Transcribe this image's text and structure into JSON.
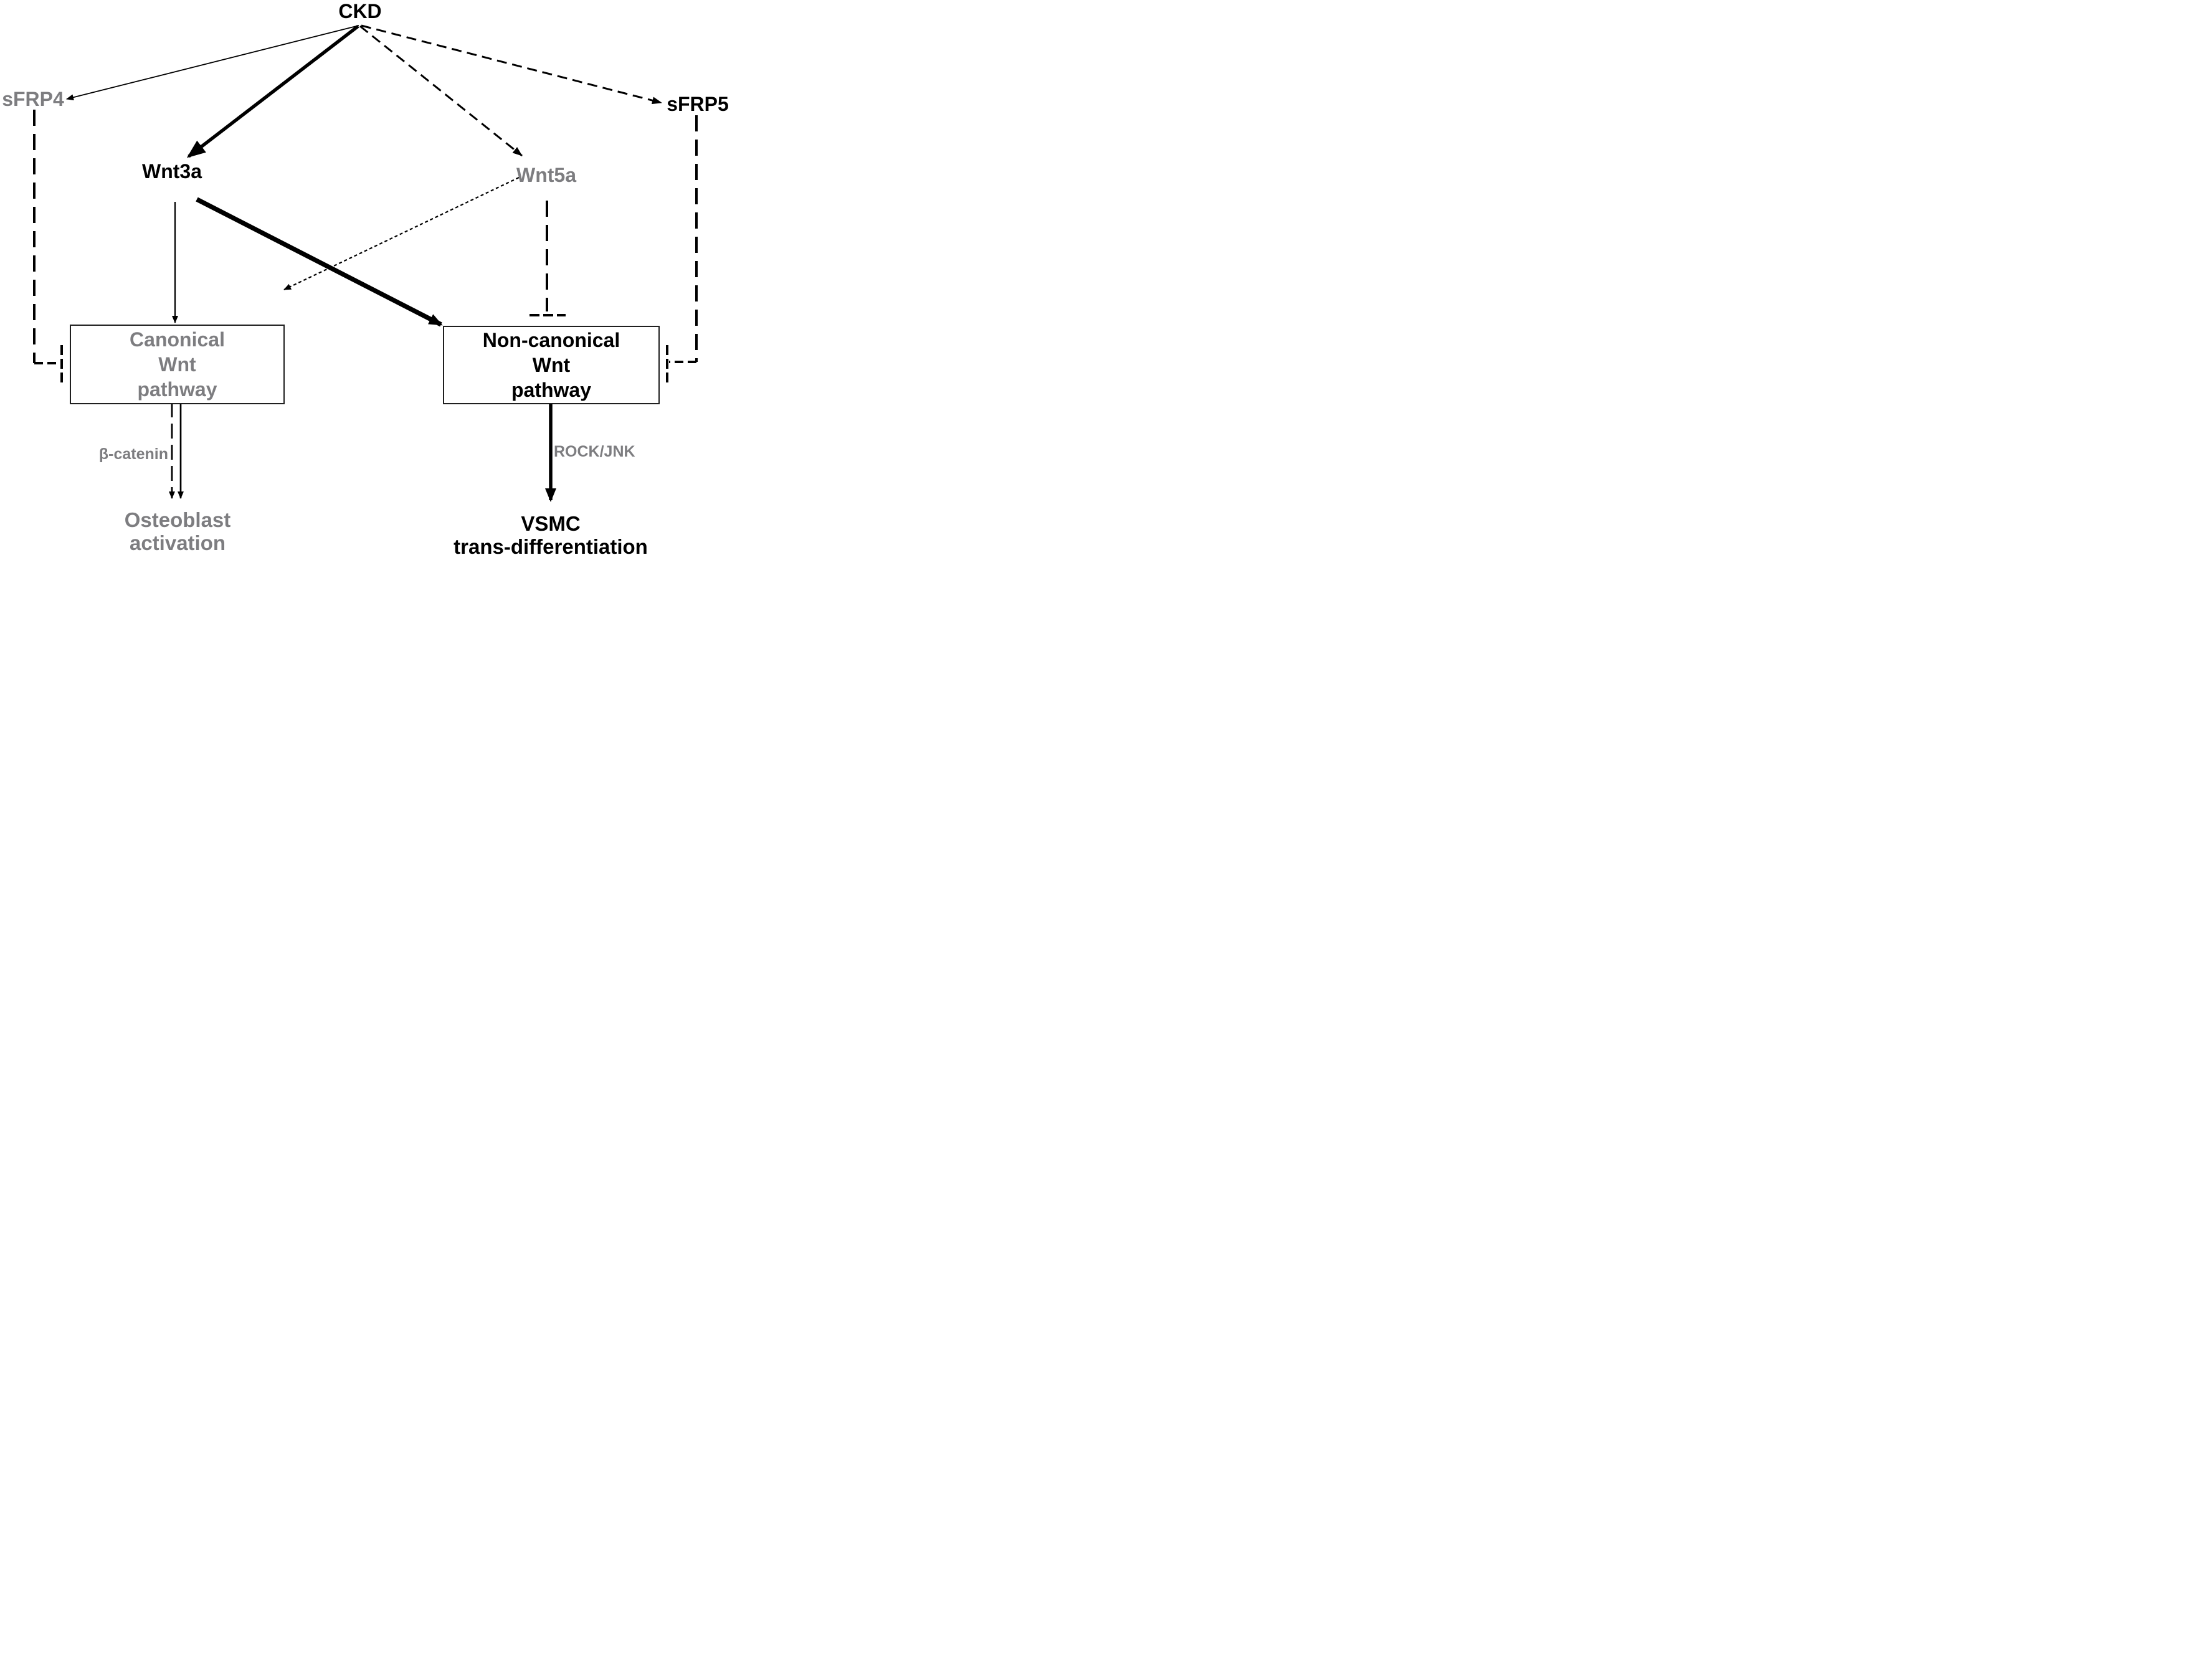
{
  "figure": {
    "description_label": "Wnt signaling pathway diagram"
  },
  "colors": {
    "emphasis": "#000000",
    "muted": "#7d7d80",
    "line": "#000000",
    "box_border": "#1f1f1f",
    "background": "#ffffff"
  },
  "nodes": {
    "ckd": {
      "label": "CKD"
    },
    "sfrp4": {
      "label": "sFRP4"
    },
    "sfrp5": {
      "label": "sFRP5"
    },
    "wnt3a": {
      "label": "Wnt3a"
    },
    "wnt5a": {
      "label": "Wnt5a"
    },
    "canonical_box": {
      "line1": "Canonical",
      "line2": "Wnt",
      "line3": "pathway"
    },
    "noncanonical_box": {
      "line1": "Non-canonical",
      "line2": "Wnt",
      "line3": "pathway"
    },
    "osteoblast": {
      "line1": "Osteoblast",
      "line2": "activation"
    },
    "vsmc": {
      "line1": "VSMC",
      "line2": "trans-differentiation"
    }
  },
  "edge_labels": {
    "beta_catenin": "β-catenin",
    "rock_jnk": "ROCK/JNK"
  }
}
